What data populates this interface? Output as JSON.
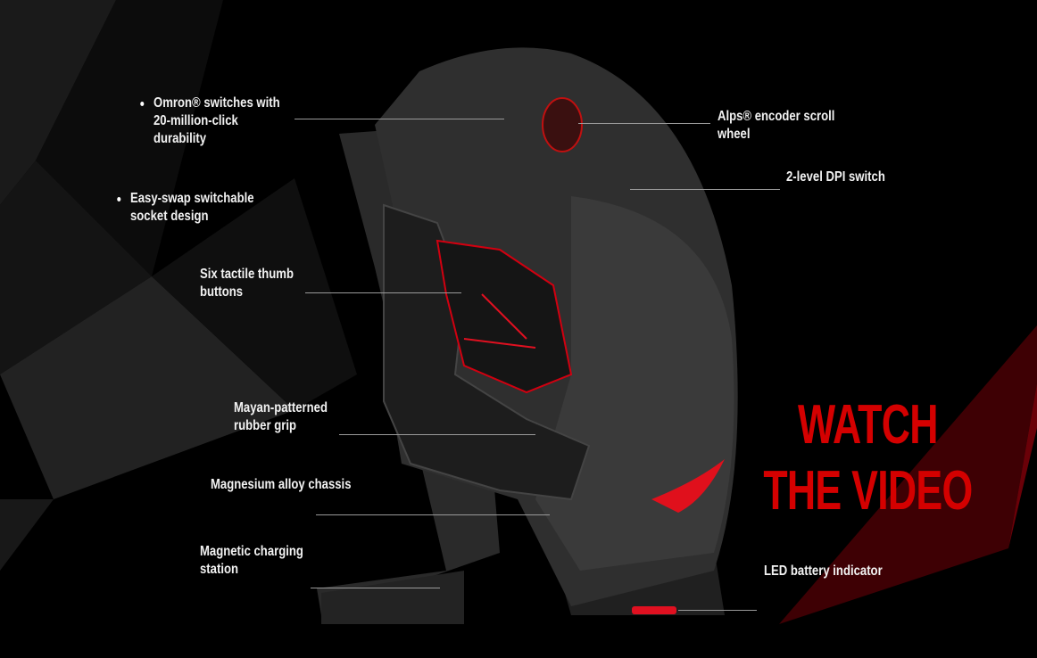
{
  "features": [
    {
      "text": [
        "Omron® switches with",
        "20-million-click",
        "durability"
      ]
    },
    {
      "text": [
        "Easy-swap switchable",
        "socket design"
      ]
    },
    {
      "text": [
        "Six tactile thumb",
        "buttons"
      ]
    },
    {
      "text": [
        "Mayan-patterned",
        "rubber grip"
      ]
    },
    {
      "text": [
        "Magnesium alloy chassis"
      ]
    },
    {
      "text": [
        "Magnetic charging",
        "station"
      ]
    },
    {
      "text": [
        "Alps® encoder scroll",
        "wheel"
      ]
    },
    {
      "text": [
        "2-level DPI switch"
      ]
    },
    {
      "text": [
        "LED battery indicator"
      ]
    }
  ],
  "cta": {
    "line1": "WATCH",
    "line2": "THE VIDEO"
  },
  "colors": {
    "accent": "#d40000",
    "background": "#000000",
    "text": "#f2f2f2"
  }
}
